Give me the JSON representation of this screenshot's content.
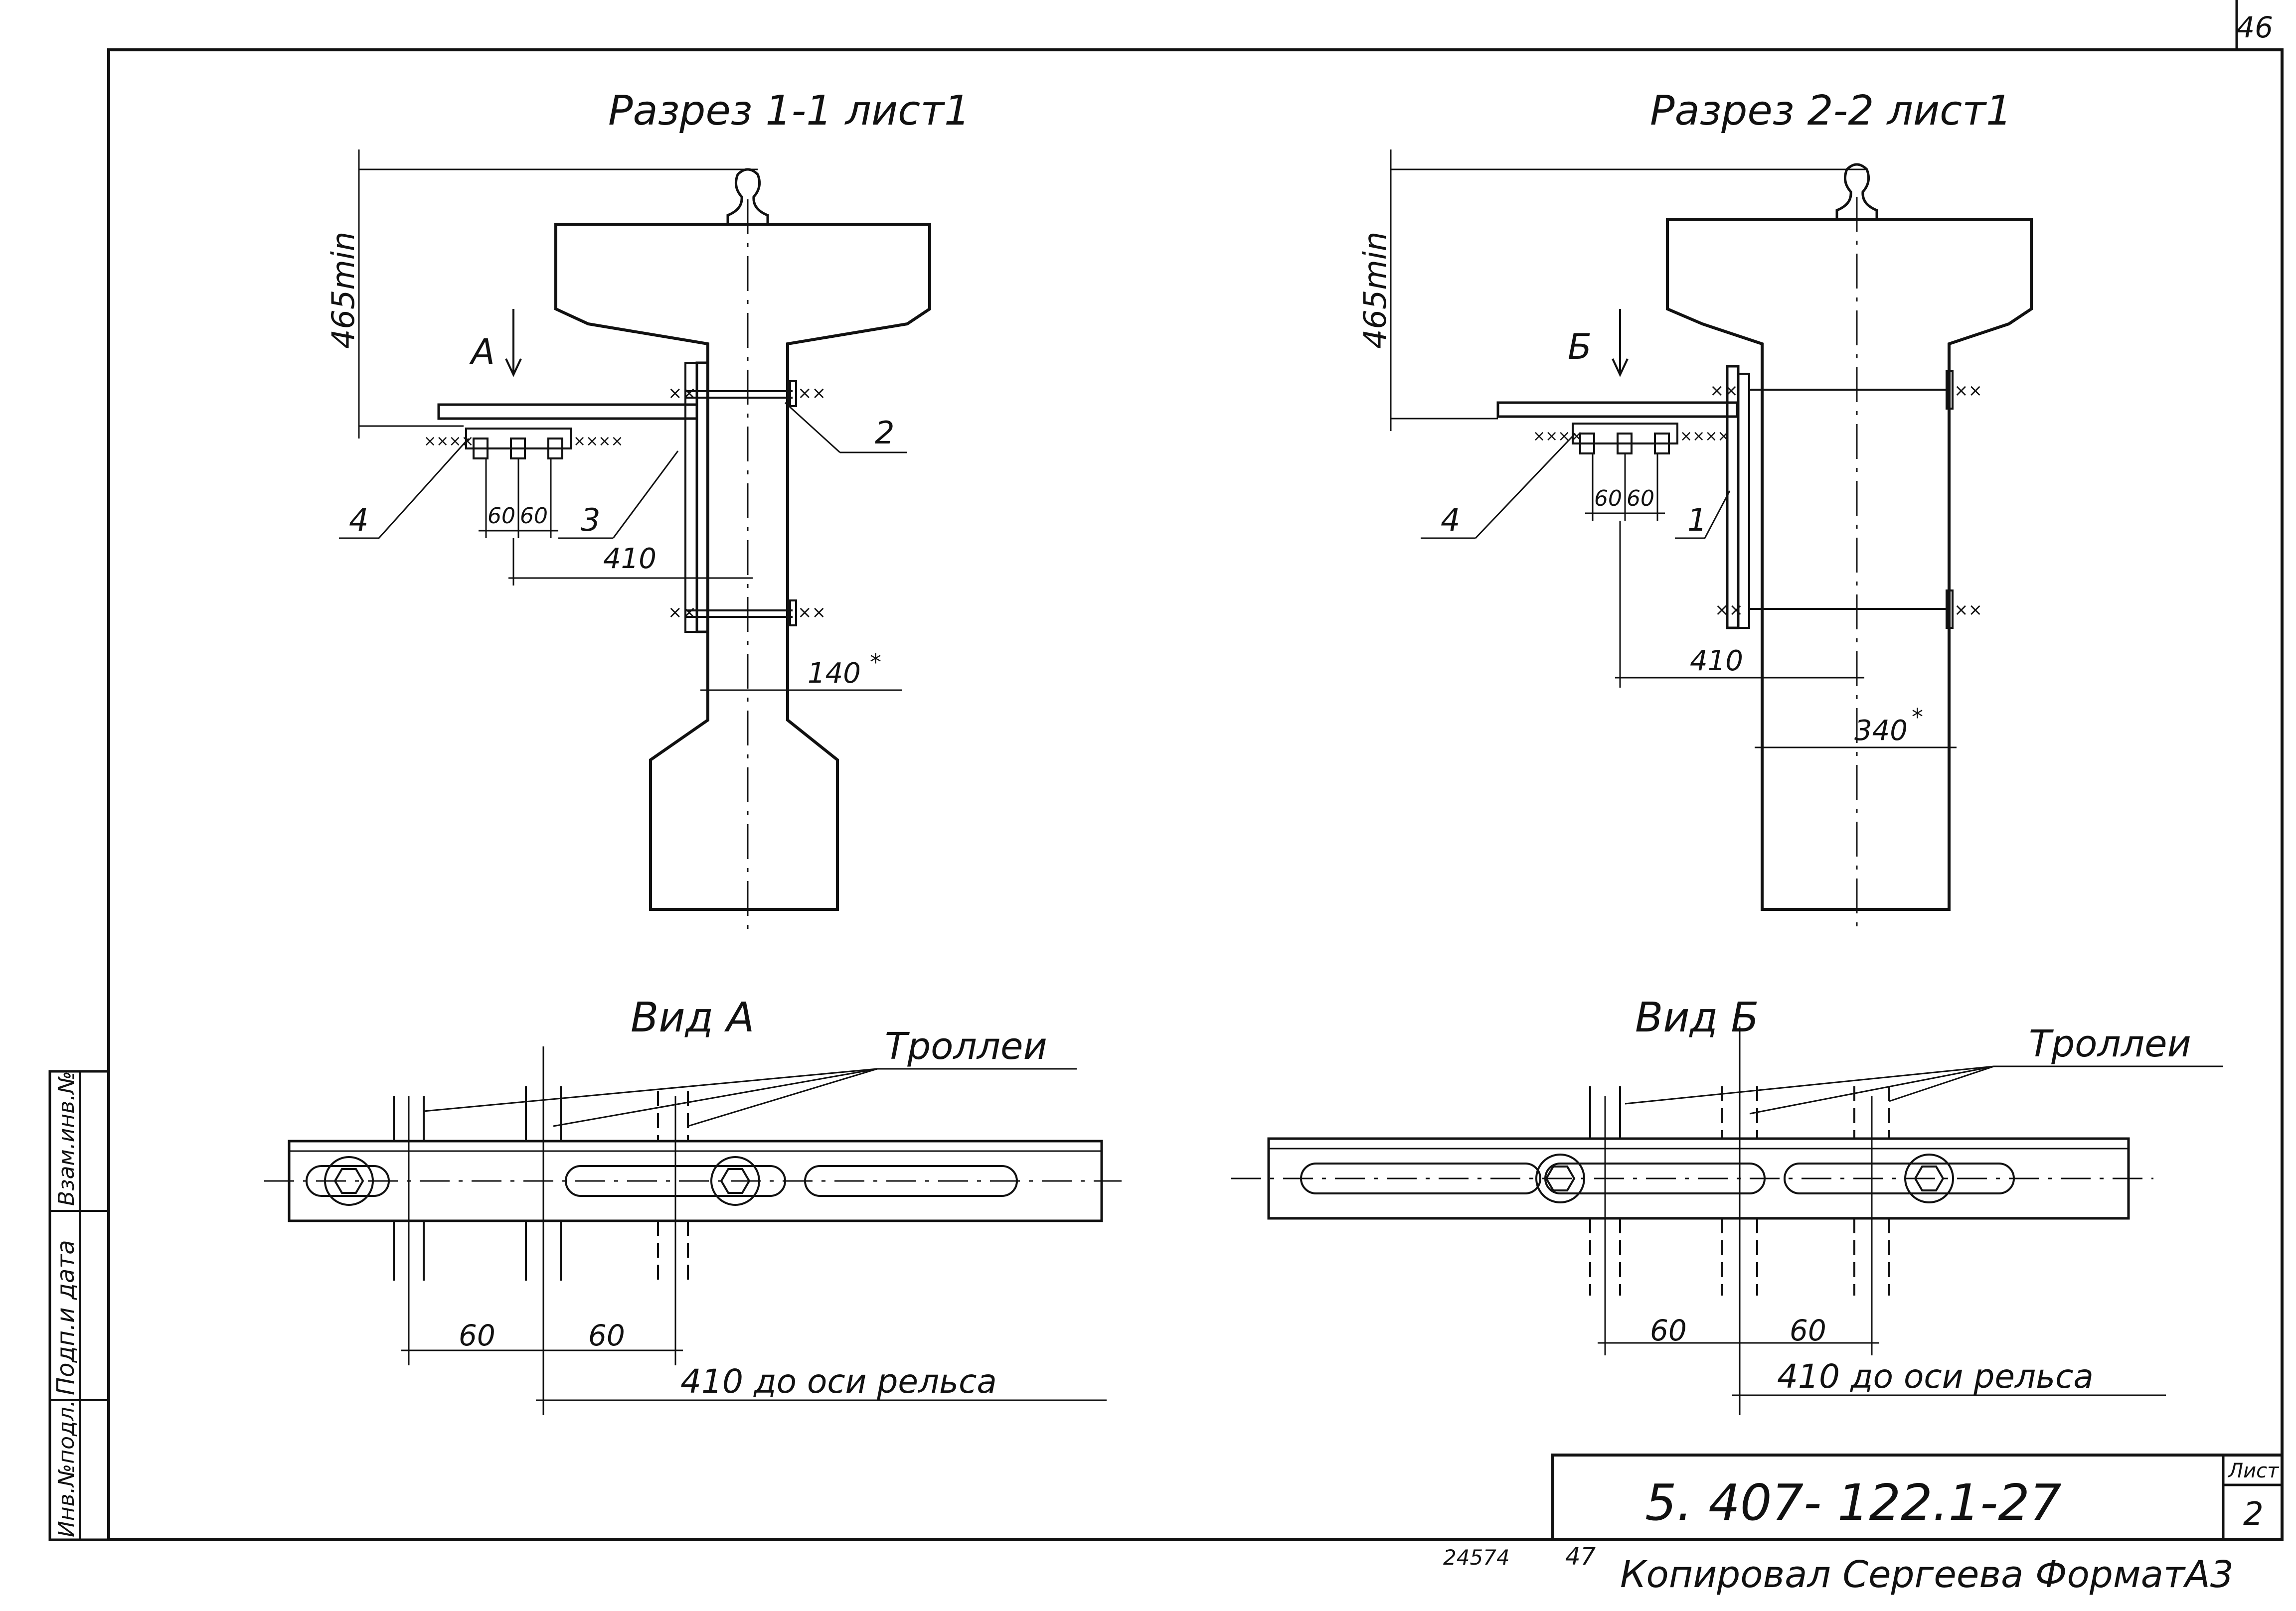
{
  "sheet_corner_number": "46",
  "section_1": {
    "title": "Разрез 1-1 лист1",
    "height_dim": "465min",
    "view_marker": "А",
    "dim_a": "60",
    "dim_b": "60",
    "dim_offset": "410",
    "dim_web": "140",
    "dim_web_star": "*",
    "callout_2": "2",
    "callout_3": "3",
    "callout_4": "4"
  },
  "section_2": {
    "title": "Разрез 2-2 лист1",
    "height_dim": "465min",
    "view_marker": "Б",
    "dim_a": "60",
    "dim_b": "60",
    "dim_offset": "410",
    "dim_web": "340",
    "dim_web_star": "*",
    "callout_1": "1",
    "callout_4": "4"
  },
  "view_a": {
    "title": "Вид А",
    "trolley_label": "Троллеи",
    "dim_a": "60",
    "dim_b": "60",
    "rail_axis_text": "410  до оси рельса"
  },
  "view_b": {
    "title": "Вид Б",
    "trolley_label": "Троллеи",
    "dim_a": "60",
    "dim_b": "60",
    "rail_axis_text": "410 до оси рельса"
  },
  "side_stamp": {
    "cell_1": "Взам.инв.№",
    "cell_2": "Подп.и дата",
    "cell_3": "Инв.№подл."
  },
  "title_block": {
    "doc_code": "5. 407- 122.1-27",
    "sheet_label": "Лист",
    "sheet_number": "2"
  },
  "footer": {
    "inventory": "24574",
    "page": "47",
    "copy_note": "Копировал Сергеева  ФорматА3"
  }
}
